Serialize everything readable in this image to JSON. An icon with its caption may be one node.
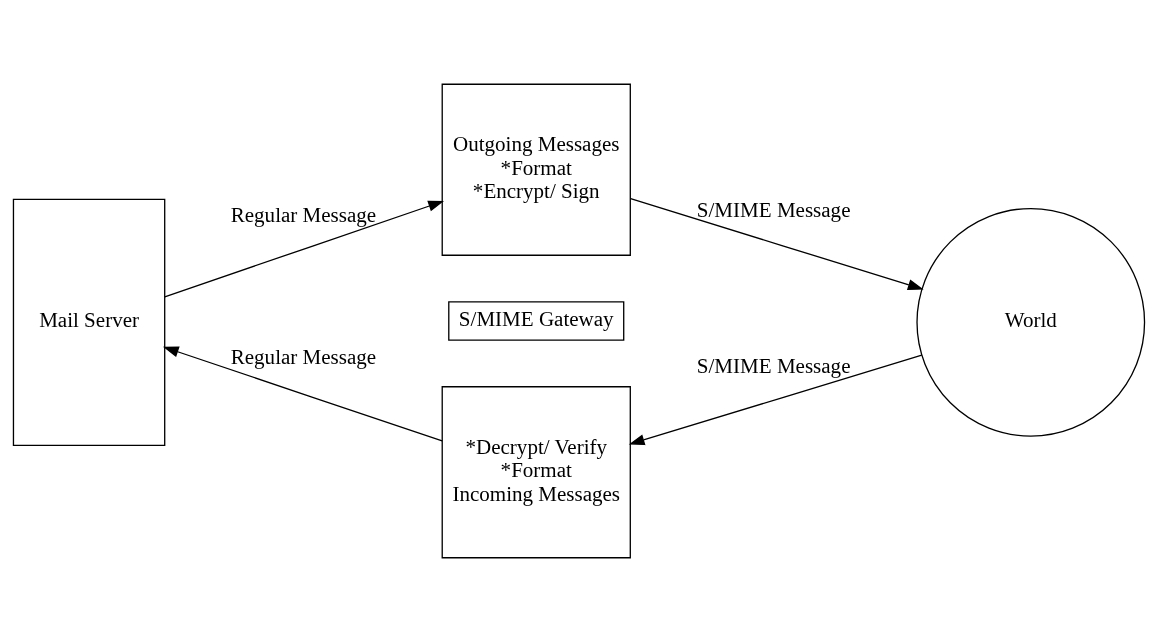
{
  "diagram": {
    "nodes": [
      {
        "text": [
          "Mail Server"
        ]
      },
      {
        "text": [
          "Outgoing Messages",
          "*Format",
          "*Encrypt/ Sign"
        ]
      },
      {
        "text": [
          "S/MIME Gateway"
        ]
      },
      {
        "text": [
          "World"
        ]
      },
      {
        "text": [
          "*Decrypt/ Verify",
          "*Format",
          "Incoming Messages"
        ]
      }
    ],
    "edges": [
      {
        "from": 0,
        "to": 1,
        "arrow": "to",
        "label": "Regular Message"
      },
      {
        "from": 1,
        "to": 3,
        "arrow": "to",
        "label": "S/MIME Message"
      },
      {
        "from": 3,
        "to": 4,
        "arrow": "to",
        "label": "S/MIME Message"
      },
      {
        "from": 4,
        "to": 0,
        "arrow": "to",
        "label": "Regular Message"
      }
    ]
  }
}
